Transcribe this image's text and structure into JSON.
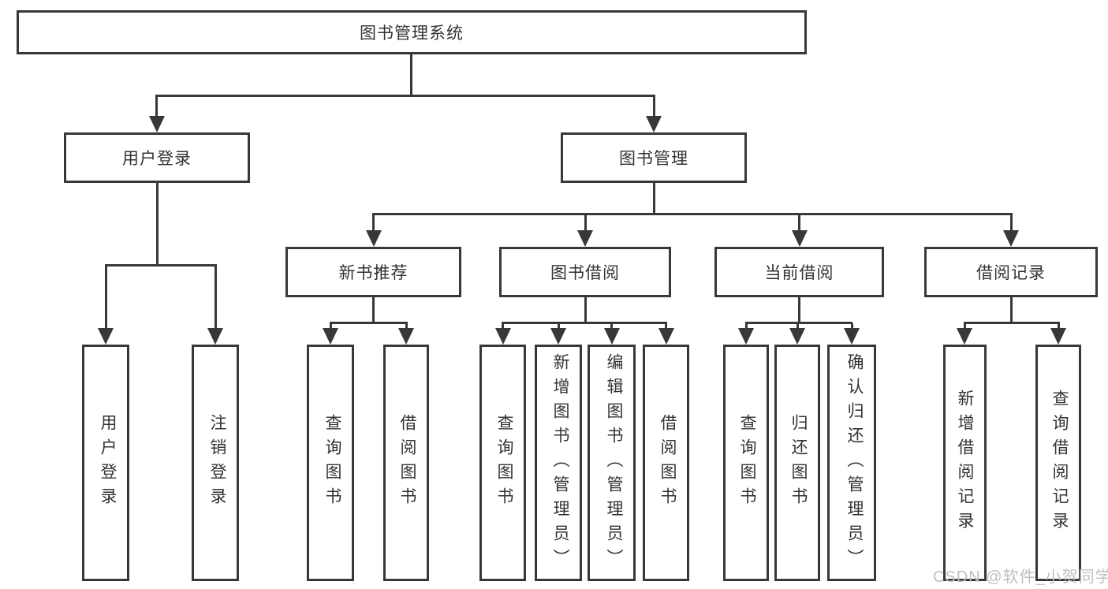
{
  "tree": {
    "root": {
      "label": "图书管理系统"
    },
    "user_login": {
      "label": "用户登录",
      "children": [
        {
          "label": "用户登录"
        },
        {
          "label": "注销登录"
        }
      ]
    },
    "book_mgmt": {
      "label": "图书管理",
      "sections": [
        {
          "label": "新书推荐",
          "children": [
            {
              "label": "查询图书"
            },
            {
              "label": "借阅图书"
            }
          ]
        },
        {
          "label": "图书借阅",
          "children": [
            {
              "label": "查询图书"
            },
            {
              "label": "新增图书（管理员）"
            },
            {
              "label": "编辑图书（管理员）"
            },
            {
              "label": "借阅图书"
            }
          ]
        },
        {
          "label": "当前借阅",
          "children": [
            {
              "label": "查询图书"
            },
            {
              "label": "归还图书"
            },
            {
              "label": "确认归还（管理员）"
            }
          ]
        },
        {
          "label": "借阅记录",
          "children": [
            {
              "label": "新增借阅记录"
            },
            {
              "label": "查询借阅记录"
            }
          ]
        }
      ]
    }
  },
  "watermark": {
    "text": "CSDN @软件_小贺同学"
  },
  "colors": {
    "line": "#383838",
    "text": "#333333",
    "watermark": "#bfbfbf",
    "background": "#ffffff"
  }
}
